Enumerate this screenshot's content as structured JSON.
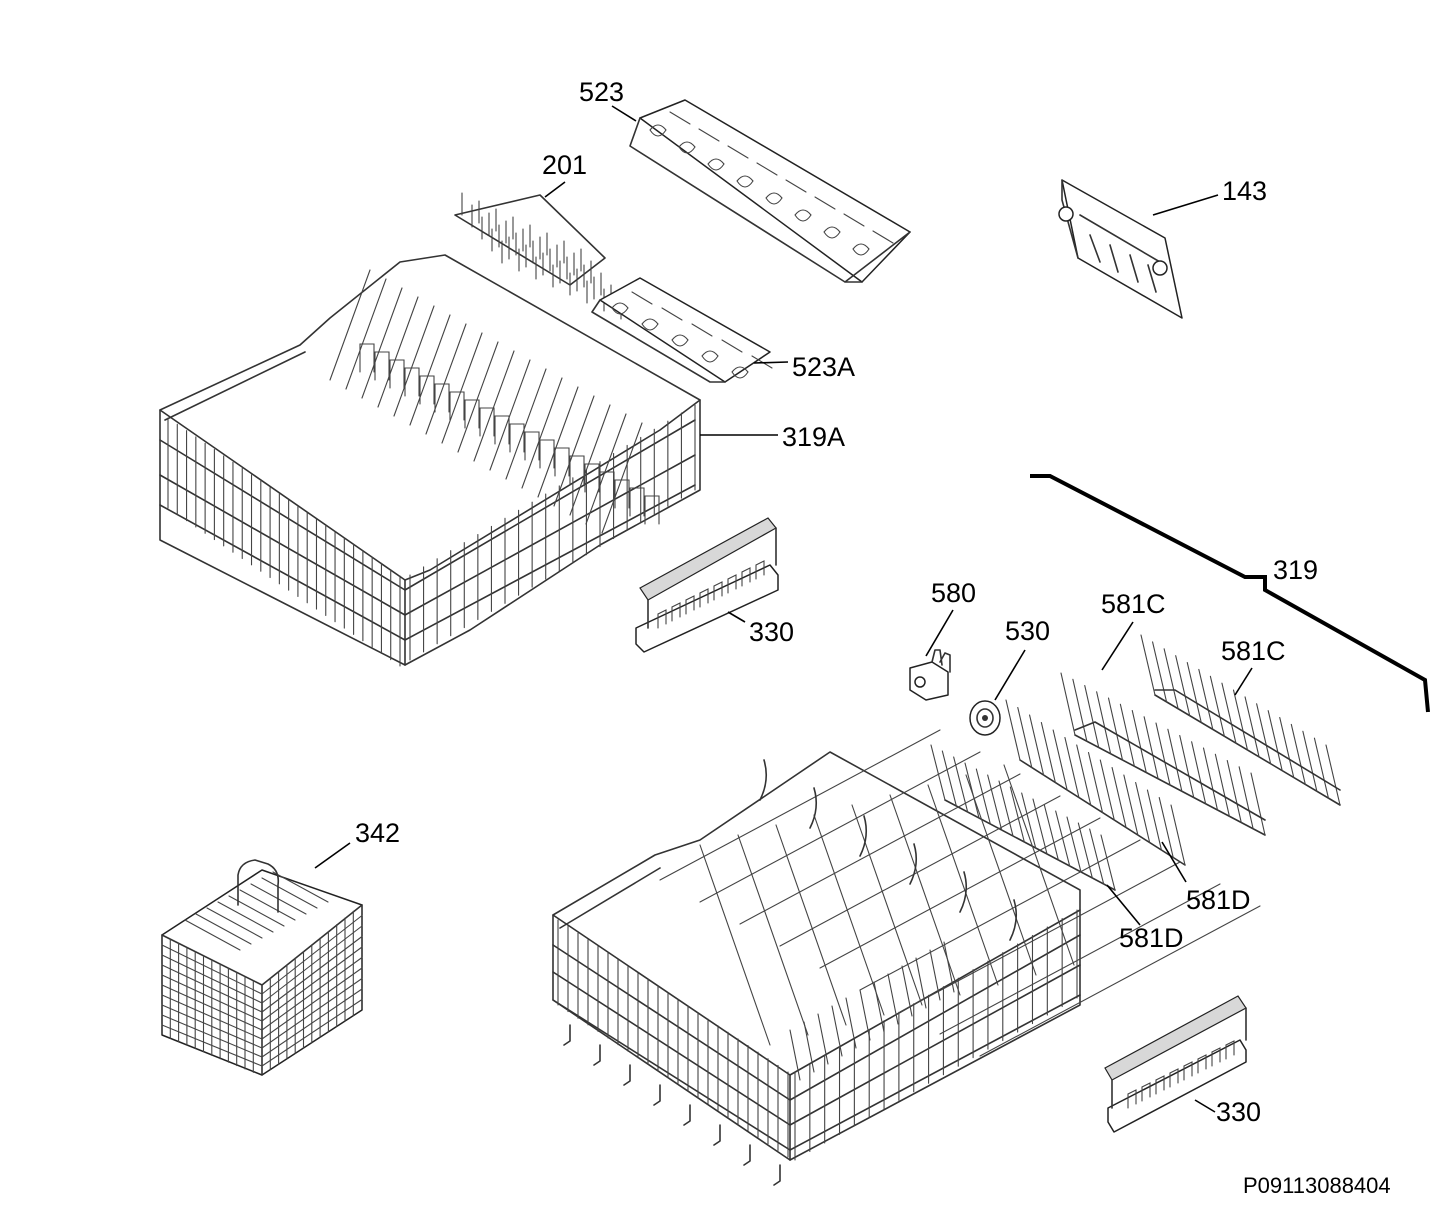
{
  "diagram_code": "P09113088404",
  "parts": [
    {
      "id": "p523",
      "label": "523",
      "name": "upper-rack-fold-down-prongs-long"
    },
    {
      "id": "p201",
      "label": "201",
      "name": "cup-shelf-tine-grid"
    },
    {
      "id": "p143",
      "label": "143",
      "name": "rack-height-adjuster"
    },
    {
      "id": "p523A",
      "label": "523A",
      "name": "upper-rack-fold-down-prongs-short"
    },
    {
      "id": "p319A",
      "label": "319A",
      "name": "upper-basket"
    },
    {
      "id": "p319",
      "label": "319",
      "name": "lower-basket-group"
    },
    {
      "id": "p330a",
      "label": "330",
      "name": "upper-basket-handle"
    },
    {
      "id": "p580",
      "label": "580",
      "name": "wheel-bracket"
    },
    {
      "id": "p530",
      "label": "530",
      "name": "basket-wheel"
    },
    {
      "id": "p581C1",
      "label": "581C",
      "name": "lower-tine-row-c1"
    },
    {
      "id": "p581C2",
      "label": "581C",
      "name": "lower-tine-row-c2"
    },
    {
      "id": "p342",
      "label": "342",
      "name": "cutlery-basket"
    },
    {
      "id": "p581D1",
      "label": "581D",
      "name": "lower-tine-row-d1"
    },
    {
      "id": "p581D2",
      "label": "581D",
      "name": "lower-tine-row-d2"
    },
    {
      "id": "p330b",
      "label": "330",
      "name": "lower-basket-handle"
    }
  ]
}
